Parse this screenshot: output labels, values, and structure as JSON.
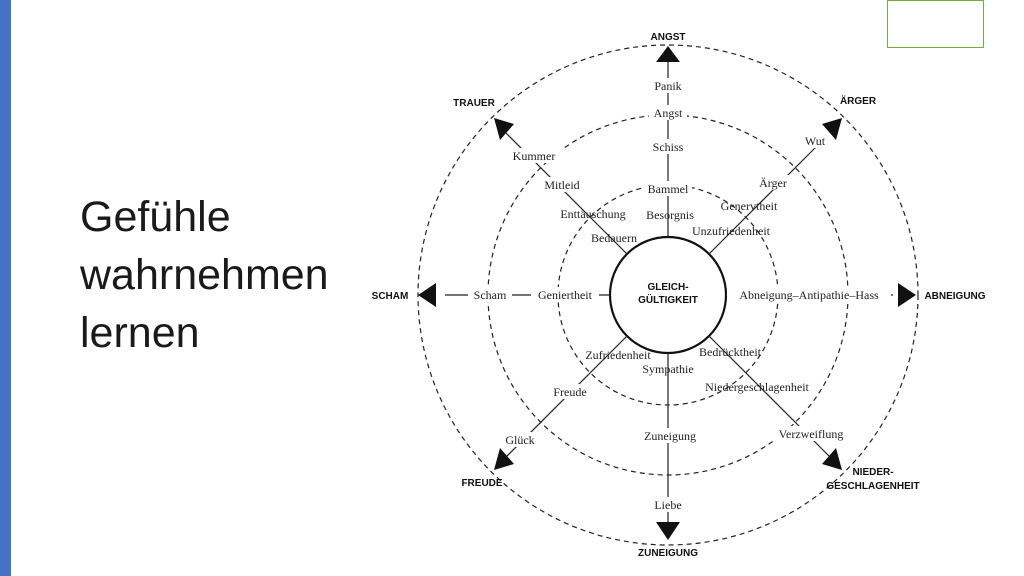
{
  "slide": {
    "title_lines": [
      "Gefühle",
      "wahrnehmen",
      "lernen"
    ],
    "accent_color": "#4472C4",
    "placeholder_border_color": "#70AD47"
  },
  "diagram": {
    "center_lines": [
      "GLEICH-",
      "GÜLTIGKEIT"
    ],
    "directions": {
      "top": "ANGST",
      "top_right": "ÄRGER",
      "right": "ABNEIGUNG",
      "bottom_right_lines": [
        "NIEDER-",
        "GESCHLAGENHEIT"
      ],
      "bottom": "ZUNEIGUNG",
      "bottom_left": "FREUDE",
      "left": "SCHAM",
      "top_left": "TRAUER"
    },
    "labels": {
      "panik": "Panik",
      "angst": "Angst",
      "schiss": "Schiss",
      "bammel": "Bammel",
      "besorgnis": "Besorgnis",
      "wut": "Wut",
      "aerger": "Ärger",
      "genervtheit": "Genervtheit",
      "unzufriedenheit": "Unzufriedenheit",
      "abneigung_chain": "Abneigung–Antipathie–Hass",
      "bedruecktheit": "Bedrücktheit",
      "niedergeschlagenheit": "Niedergeschlagenheit",
      "verzweiflung": "Verzweiflung",
      "sympathie": "Sympathie",
      "zuneigung": "Zuneigung",
      "liebe": "Liebe",
      "zufriedenheit": "Zufriedenheit",
      "freude": "Freude",
      "glueck": "Glück",
      "geniertheit": "Geniertheit",
      "scham": "Scham",
      "bedauern": "Bedauern",
      "enttaeuschung": "Enttäuschung",
      "mitleid": "Mitleid",
      "kummer": "Kummer"
    }
  }
}
